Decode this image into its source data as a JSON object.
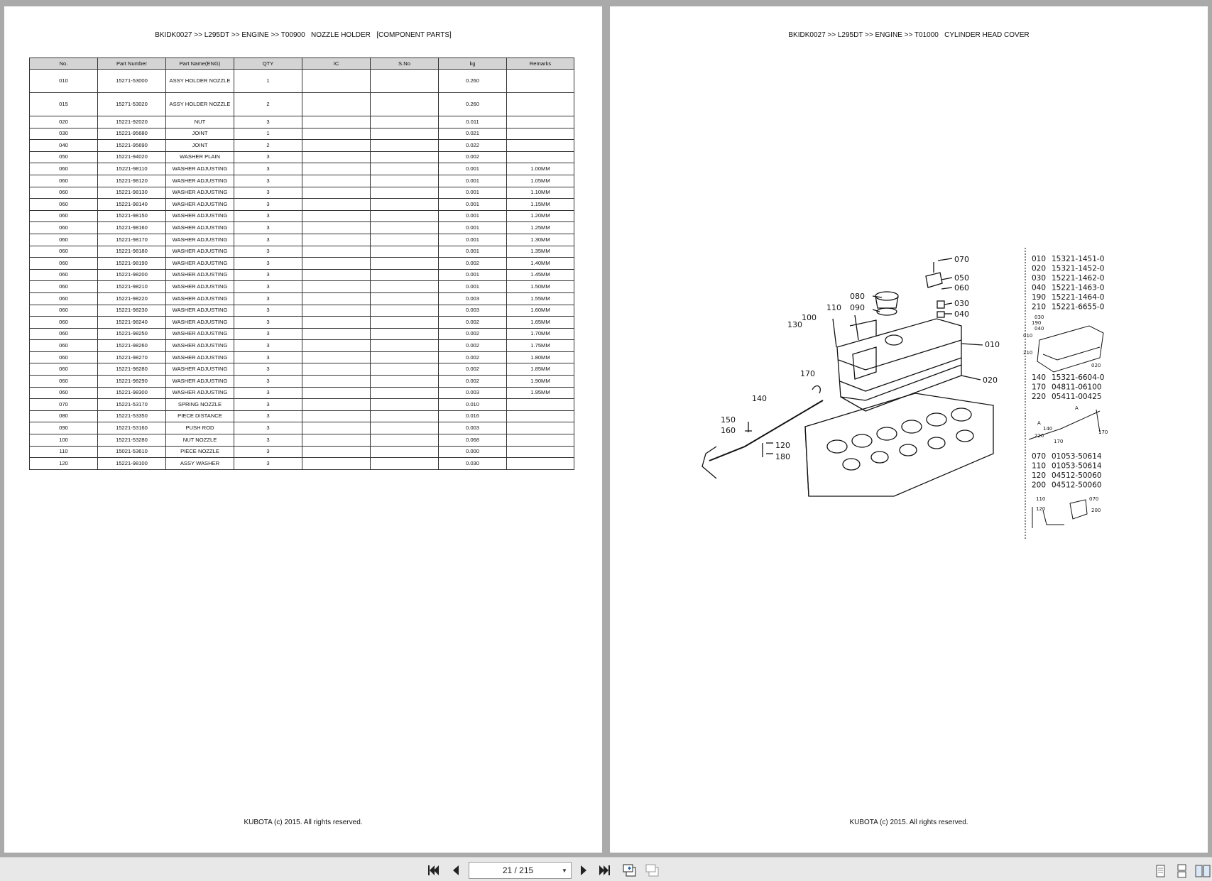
{
  "left_page": {
    "header": "BKIDK0027 >> L295DT >> ENGINE >> T00900   NOZZLE HOLDER   [COMPONENT PARTS]",
    "footer": "KUBOTA (c) 2015. All rights reserved.",
    "table": {
      "headers": [
        "No.",
        "Part Number",
        "Part Name(ENG)",
        "QTY",
        "IC",
        "S.No",
        "kg",
        "Remarks"
      ],
      "rows": [
        [
          "010",
          "15271-53000",
          "ASSY HOLDER NOZZLE",
          "1",
          "",
          "",
          "0.260",
          ""
        ],
        [
          "015",
          "15271-53020",
          "ASSY HOLDER NOZZLE",
          "2",
          "",
          "",
          "0.260",
          ""
        ],
        [
          "020",
          "15221-92020",
          "NUT",
          "3",
          "",
          "",
          "0.011",
          ""
        ],
        [
          "030",
          "15221-95680",
          "JOINT",
          "1",
          "",
          "",
          "0.021",
          ""
        ],
        [
          "040",
          "15221-95690",
          "JOINT",
          "2",
          "",
          "",
          "0.022",
          ""
        ],
        [
          "050",
          "15221-94020",
          "WASHER PLAIN",
          "3",
          "",
          "",
          "0.002",
          ""
        ],
        [
          "060",
          "15221-98110",
          "WASHER ADJUSTING",
          "3",
          "",
          "",
          "0.001",
          "1.00MM"
        ],
        [
          "060",
          "15221-98120",
          "WASHER ADJUSTING",
          "3",
          "",
          "",
          "0.001",
          "1.05MM"
        ],
        [
          "060",
          "15221-98130",
          "WASHER ADJUSTING",
          "3",
          "",
          "",
          "0.001",
          "1.10MM"
        ],
        [
          "060",
          "15221-98140",
          "WASHER ADJUSTING",
          "3",
          "",
          "",
          "0.001",
          "1.15MM"
        ],
        [
          "060",
          "15221-98150",
          "WASHER ADJUSTING",
          "3",
          "",
          "",
          "0.001",
          "1.20MM"
        ],
        [
          "060",
          "15221-98160",
          "WASHER ADJUSTING",
          "3",
          "",
          "",
          "0.001",
          "1.25MM"
        ],
        [
          "060",
          "15221-98170",
          "WASHER ADJUSTING",
          "3",
          "",
          "",
          "0.001",
          "1.30MM"
        ],
        [
          "060",
          "15221-98180",
          "WASHER ADJUSTING",
          "3",
          "",
          "",
          "0.001",
          "1.35MM"
        ],
        [
          "060",
          "15221-98190",
          "WASHER ADJUSTING",
          "3",
          "",
          "",
          "0.002",
          "1.40MM"
        ],
        [
          "060",
          "15221-98200",
          "WASHER ADJUSTING",
          "3",
          "",
          "",
          "0.001",
          "1.45MM"
        ],
        [
          "060",
          "15221-98210",
          "WASHER ADJUSTING",
          "3",
          "",
          "",
          "0.001",
          "1.50MM"
        ],
        [
          "060",
          "15221-98220",
          "WASHER ADJUSTING",
          "3",
          "",
          "",
          "0.003",
          "1.55MM"
        ],
        [
          "060",
          "15221-98230",
          "WASHER ADJUSTING",
          "3",
          "",
          "",
          "0.003",
          "1.60MM"
        ],
        [
          "060",
          "15221-98240",
          "WASHER ADJUSTING",
          "3",
          "",
          "",
          "0.002",
          "1.65MM"
        ],
        [
          "060",
          "15221-98250",
          "WASHER ADJUSTING",
          "3",
          "",
          "",
          "0.002",
          "1.70MM"
        ],
        [
          "060",
          "15221-98260",
          "WASHER ADJUSTING",
          "3",
          "",
          "",
          "0.002",
          "1.75MM"
        ],
        [
          "060",
          "15221-98270",
          "WASHER ADJUSTING",
          "3",
          "",
          "",
          "0.002",
          "1.80MM"
        ],
        [
          "060",
          "15221-98280",
          "WASHER ADJUSTING",
          "3",
          "",
          "",
          "0.002",
          "1.85MM"
        ],
        [
          "060",
          "15221-98290",
          "WASHER ADJUSTING",
          "3",
          "",
          "",
          "0.002",
          "1.90MM"
        ],
        [
          "060",
          "15221-98300",
          "WASHER ADJUSTING",
          "3",
          "",
          "",
          "0.003",
          "1.95MM"
        ],
        [
          "070",
          "15221-53170",
          "SPRING NOZZLE",
          "3",
          "",
          "",
          "0.010",
          ""
        ],
        [
          "080",
          "15221-53350",
          "PIECE DISTANCE",
          "3",
          "",
          "",
          "0.016",
          ""
        ],
        [
          "090",
          "15221-53160",
          "PUSH ROD",
          "3",
          "",
          "",
          "0.003",
          ""
        ],
        [
          "100",
          "15221-53280",
          "NUT NOZZLE",
          "3",
          "",
          "",
          "0.068",
          ""
        ],
        [
          "110",
          "15021-53610",
          "PIECE NOZZLE",
          "3",
          "",
          "",
          "0.000",
          ""
        ],
        [
          "120",
          "15221-98100",
          "ASSY WASHER",
          "3",
          "",
          "",
          "0.030",
          ""
        ]
      ]
    }
  },
  "right_page": {
    "header": "BKIDK0027 >> L295DT >> ENGINE >> T01000   CYLINDER HEAD COVER",
    "footer": "KUBOTA (c) 2015. All rights reserved.",
    "diagram": {
      "callouts": [
        "070",
        "050",
        "060",
        "030",
        "040",
        "080",
        "090",
        "110",
        "100",
        "130",
        "010",
        "020",
        "170",
        "140",
        "150",
        "160",
        "120",
        "180"
      ],
      "parts_list_a": [
        {
          "no": "010",
          "part": "15321-1451-0"
        },
        {
          "no": "020",
          "part": "15321-1452-0"
        },
        {
          "no": "030",
          "part": "15221-1462-0"
        },
        {
          "no": "040",
          "part": "15221-1463-0"
        },
        {
          "no": "190",
          "part": "15221-1464-0"
        },
        {
          "no": "210",
          "part": "15221-6655-0"
        }
      ],
      "parts_list_b": [
        {
          "no": "140",
          "part": "15321-6604-0"
        },
        {
          "no": "170",
          "part": "04811-06100"
        },
        {
          "no": "220",
          "part": "05411-00425"
        }
      ],
      "parts_list_c": [
        {
          "no": "070",
          "part": "01053-50614"
        },
        {
          "no": "110",
          "part": "01053-50614"
        },
        {
          "no": "120",
          "part": "04512-50060"
        },
        {
          "no": "200",
          "part": "04512-50060"
        }
      ],
      "inset_labels": {
        "inset1": [
          "030",
          "190",
          "040",
          "010",
          "210",
          "020"
        ],
        "inset2": [
          "A",
          "140",
          "220",
          "170",
          "A",
          "170"
        ],
        "inset3": [
          "110",
          "120",
          "070",
          "200"
        ]
      }
    }
  },
  "viewer": {
    "page_indicator": "21 / 215",
    "icons": {
      "first": "first-page-icon",
      "prev": "previous-page-icon",
      "next": "next-page-icon",
      "last": "last-page-icon",
      "single": "single-page-view-icon",
      "continuous": "continuous-view-icon",
      "facing": "facing-pages-view-icon"
    }
  }
}
